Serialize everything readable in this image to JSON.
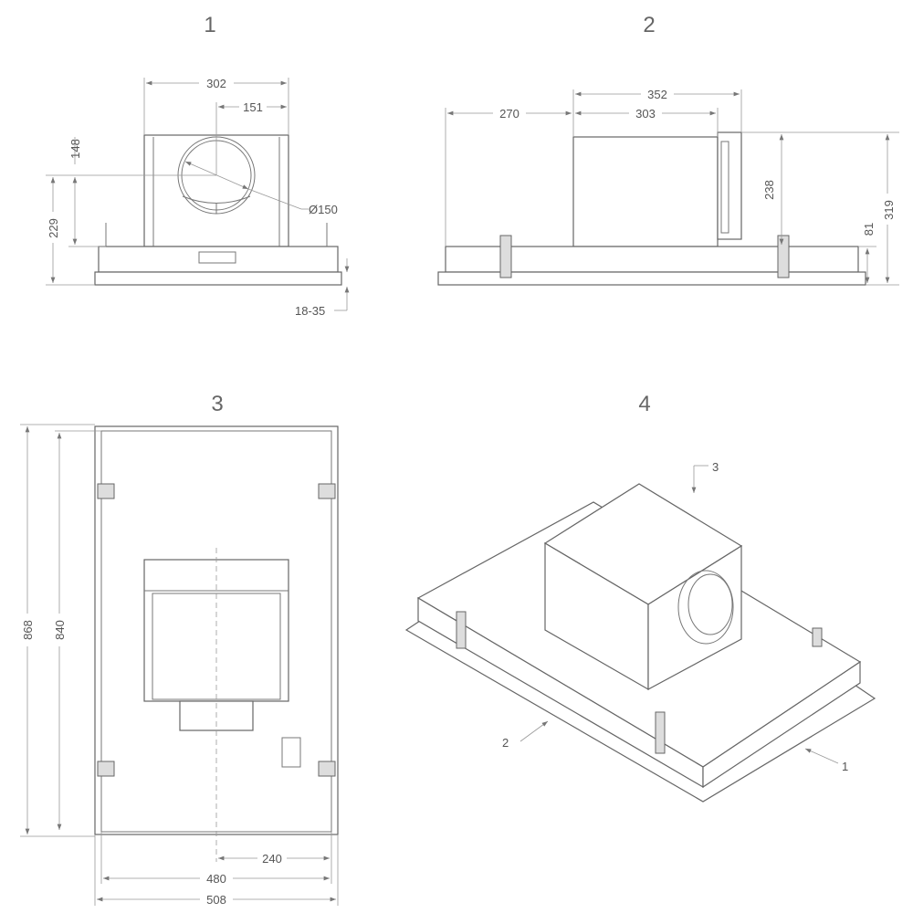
{
  "views": [
    {
      "number": "1",
      "dims": {
        "width": "302",
        "half_width": "151",
        "height_center": "148",
        "height_total": "229",
        "diameter": "Ø150",
        "adjust": "18-35"
      }
    },
    {
      "number": "2",
      "dims": {
        "total": "352",
        "offset": "270",
        "box": "303",
        "box_height": "238",
        "base": "81",
        "total_height": "319"
      }
    },
    {
      "number": "3",
      "dims": {
        "outer_height": "868",
        "inner_height": "840",
        "half": "240",
        "inner_width": "480",
        "outer_width": "508"
      }
    },
    {
      "number": "4",
      "callouts": [
        "3",
        "2",
        "1"
      ]
    }
  ]
}
